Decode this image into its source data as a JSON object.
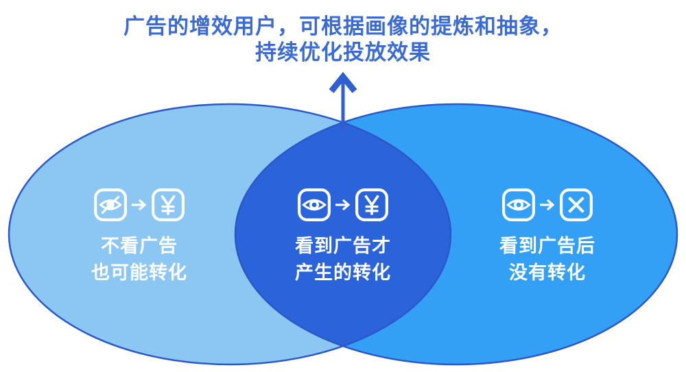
{
  "title": {
    "line1": "广告的增效用户，可根据画像的提炼和抽象，",
    "line2": "持续优化投放效果"
  },
  "colors": {
    "title_text": "#3A6BD5",
    "arrow": "#2F5FD0",
    "outline": "#2A58C8",
    "left_fill": "#8CC7F4",
    "right_fill": "#34A0F5",
    "intersection_fill": "#2B64DA",
    "icon_and_label": "#FFFFFF"
  },
  "sections": {
    "left": {
      "line1": "不看广告",
      "line2": "也可能转化",
      "icons": [
        "eye-off-icon",
        "arrow-right-icon",
        "yen-icon"
      ]
    },
    "center": {
      "line1": "看到广告才",
      "line2": "产生的转化",
      "icons": [
        "eye-icon",
        "arrow-right-icon",
        "yen-icon"
      ]
    },
    "right": {
      "line1": "看到广告后",
      "line2": "没有转化",
      "icons": [
        "eye-icon",
        "arrow-right-icon",
        "x-icon"
      ]
    }
  }
}
